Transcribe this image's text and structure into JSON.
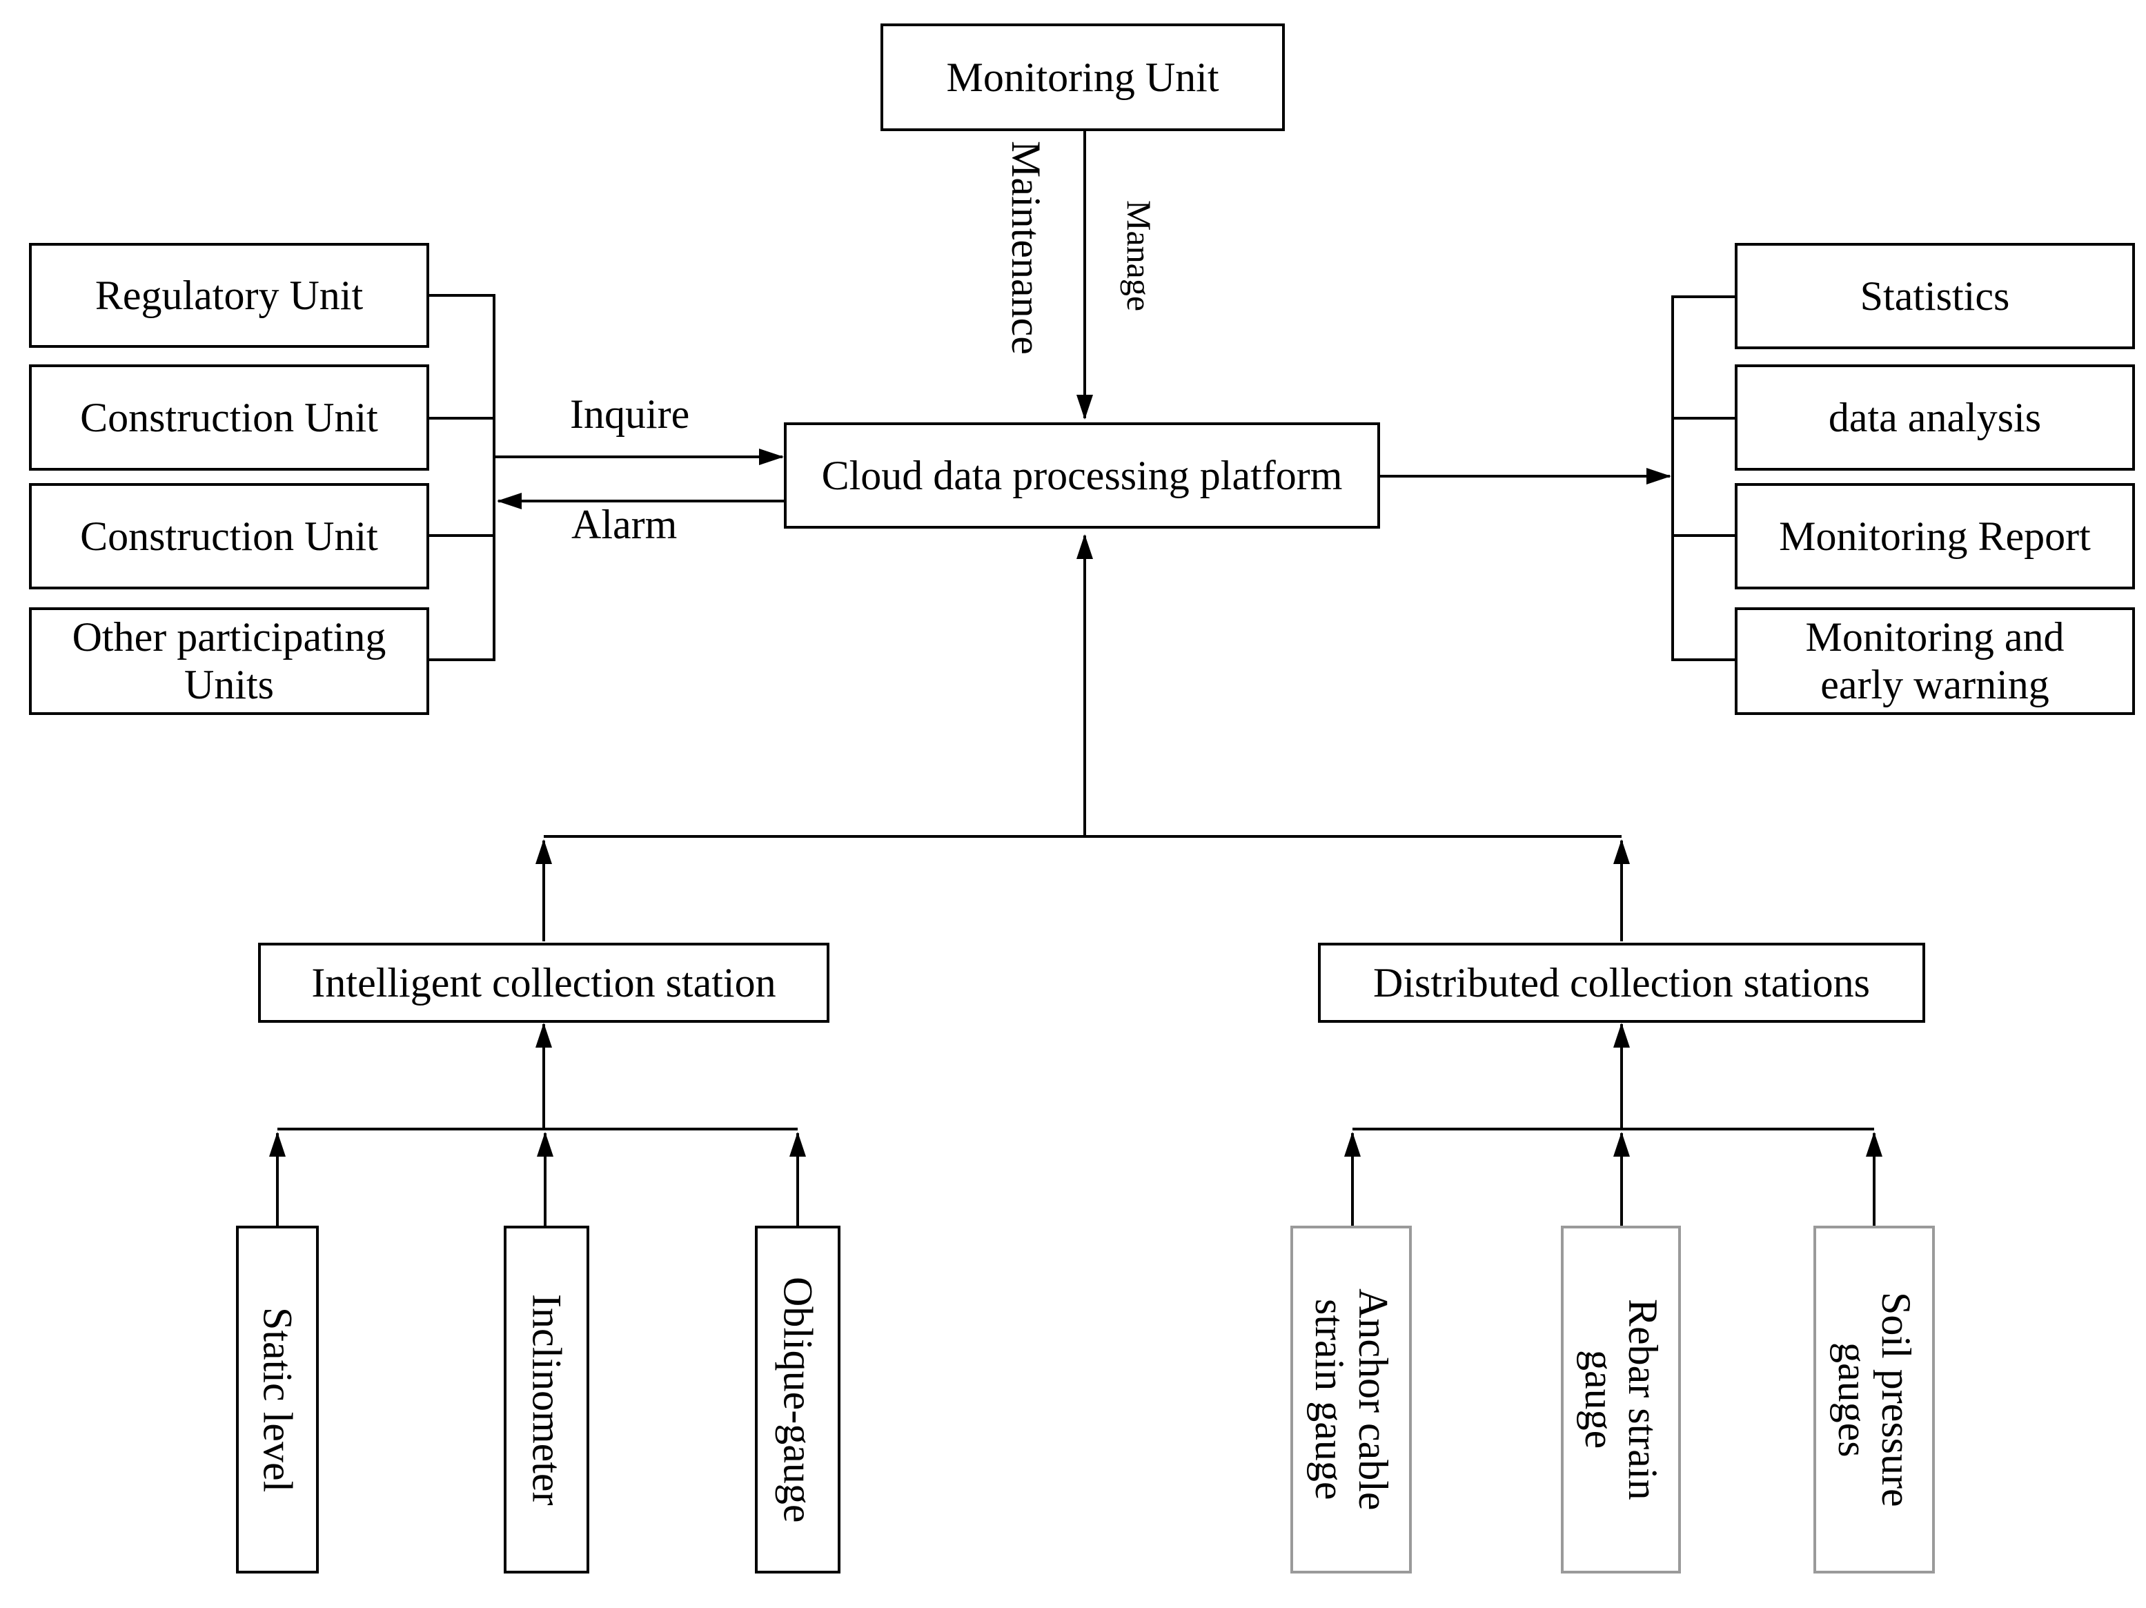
{
  "top": {
    "monitoring_unit": "Monitoring Unit"
  },
  "center": {
    "platform": "Cloud data processing platform"
  },
  "left_units": [
    "Regulatory Unit",
    "Construction Unit",
    "Construction Unit",
    "Other participating Units"
  ],
  "right_outputs": [
    "Statistics",
    "data analysis",
    "Monitoring Report",
    "Monitoring and early warning"
  ],
  "stations": {
    "intelligent": "Intelligent collection station",
    "distributed": "Distributed collection stations"
  },
  "sensors_left": [
    "Static level",
    "Inclinometer",
    "Oblique-gauge"
  ],
  "sensors_right": [
    "Anchor cable strain gauge",
    "Rebar strain gauge",
    "Soil pressure gauges"
  ],
  "edge_labels": {
    "maintenance": "Maintenance",
    "manage": "Manage",
    "inquire": "Inquire",
    "alarm": "Alarm"
  },
  "colors": {
    "line": "#000000",
    "gray_border": "#9a9a9a"
  }
}
